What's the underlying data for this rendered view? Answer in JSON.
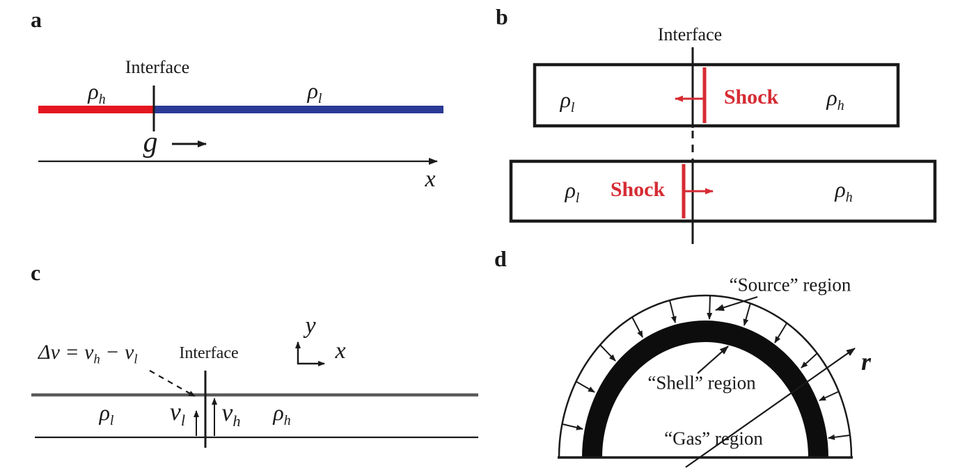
{
  "figure": {
    "colors": {
      "heavy_fluid_bar": "#e4161f",
      "light_fluid_bar": "#2b3a96",
      "shock_red": "#d62b33",
      "line_black": "#1a1a1a",
      "stream_line_gray": "#5a5a5a",
      "shell_black": "#0d0d0d"
    },
    "panel_a": {
      "label": "a",
      "interface_label": "Interface",
      "rho_h": {
        "base": "ρ",
        "sub": "h"
      },
      "rho_l": {
        "base": "ρ",
        "sub": "l"
      },
      "gravity_label": "g",
      "x_axis_label": "x"
    },
    "panel_b": {
      "label": "b",
      "interface_label": "Interface",
      "shock_label": "Shock",
      "rho_l": {
        "base": "ρ",
        "sub": "l"
      },
      "rho_h": {
        "base": "ρ",
        "sub": "h"
      }
    },
    "panel_c": {
      "label": "c",
      "interface_label": "Interface",
      "equation": {
        "p1": "Δv = v",
        "s1": "h",
        "p2": " − v",
        "s2": "l"
      },
      "rho_l": {
        "base": "ρ",
        "sub": "l"
      },
      "rho_h": {
        "base": "ρ",
        "sub": "h"
      },
      "v_l": {
        "base": "v",
        "sub": "l"
      },
      "v_h": {
        "base": "v",
        "sub": "h"
      },
      "y_axis_label": "y",
      "x_axis_label": "x"
    },
    "panel_d": {
      "label": "d",
      "source_region_label": "“Source” region",
      "shell_region_label": "“Shell” region",
      "gas_region_label": "“Gas” region",
      "radius_label": "r"
    }
  }
}
